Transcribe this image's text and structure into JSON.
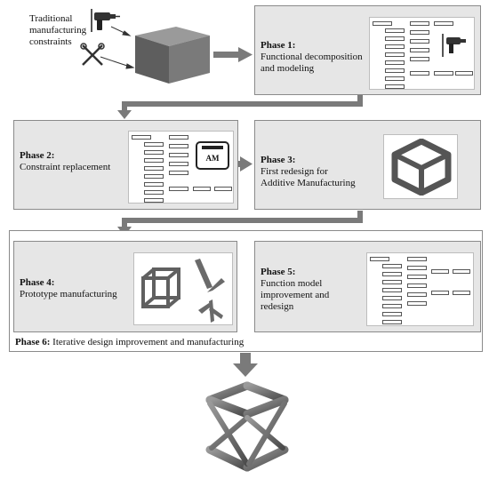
{
  "constraints": {
    "label_lines": [
      "Traditional",
      "manufacturing",
      "constraints"
    ]
  },
  "phases": [
    {
      "id": 1,
      "title": "Phase 1:",
      "desc_lines": [
        "Functional decomposition",
        "and modeling"
      ]
    },
    {
      "id": 2,
      "title": "Phase 2:",
      "desc_lines": [
        "Constraint replacement"
      ]
    },
    {
      "id": 3,
      "title": "Phase 3:",
      "desc_lines": [
        "First redesign for",
        "Additive Manufacturing"
      ]
    },
    {
      "id": 4,
      "title": "Phase 4:",
      "desc_lines": [
        "Prototype manufacturing"
      ]
    },
    {
      "id": 5,
      "title": "Phase 5:",
      "desc_lines": [
        "Function model",
        "improvement and",
        "redesign"
      ]
    },
    {
      "id": 6,
      "title": "Phase 6:",
      "desc": "Iterative design improvement and manufacturing"
    }
  ],
  "am_label": "AM",
  "colors": {
    "panel": "#e6e6e6",
    "arrow": "#7a7a7a",
    "border": "#8a8a8a"
  }
}
